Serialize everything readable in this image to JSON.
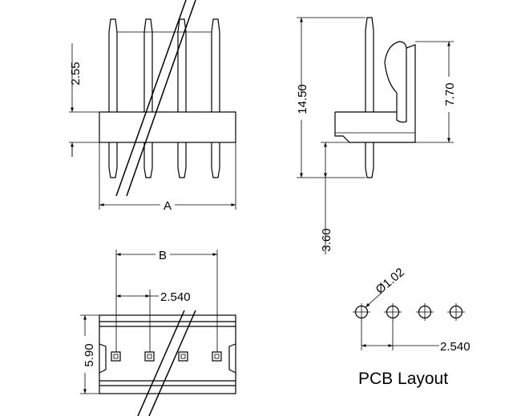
{
  "front_view": {
    "dim_pin_length": "2.55",
    "dim_width_label": "A"
  },
  "side_view": {
    "dim_total_height": "14.50",
    "dim_body_height": "7.70",
    "dim_tail_length": "3.60"
  },
  "bottom_view": {
    "dim_span_label": "B",
    "dim_pitch": "2.540",
    "dim_depth": "5.90"
  },
  "pcb_layout": {
    "hole_diameter": "Ø1.02",
    "pitch": "2.540",
    "title": "PCB Layout"
  }
}
